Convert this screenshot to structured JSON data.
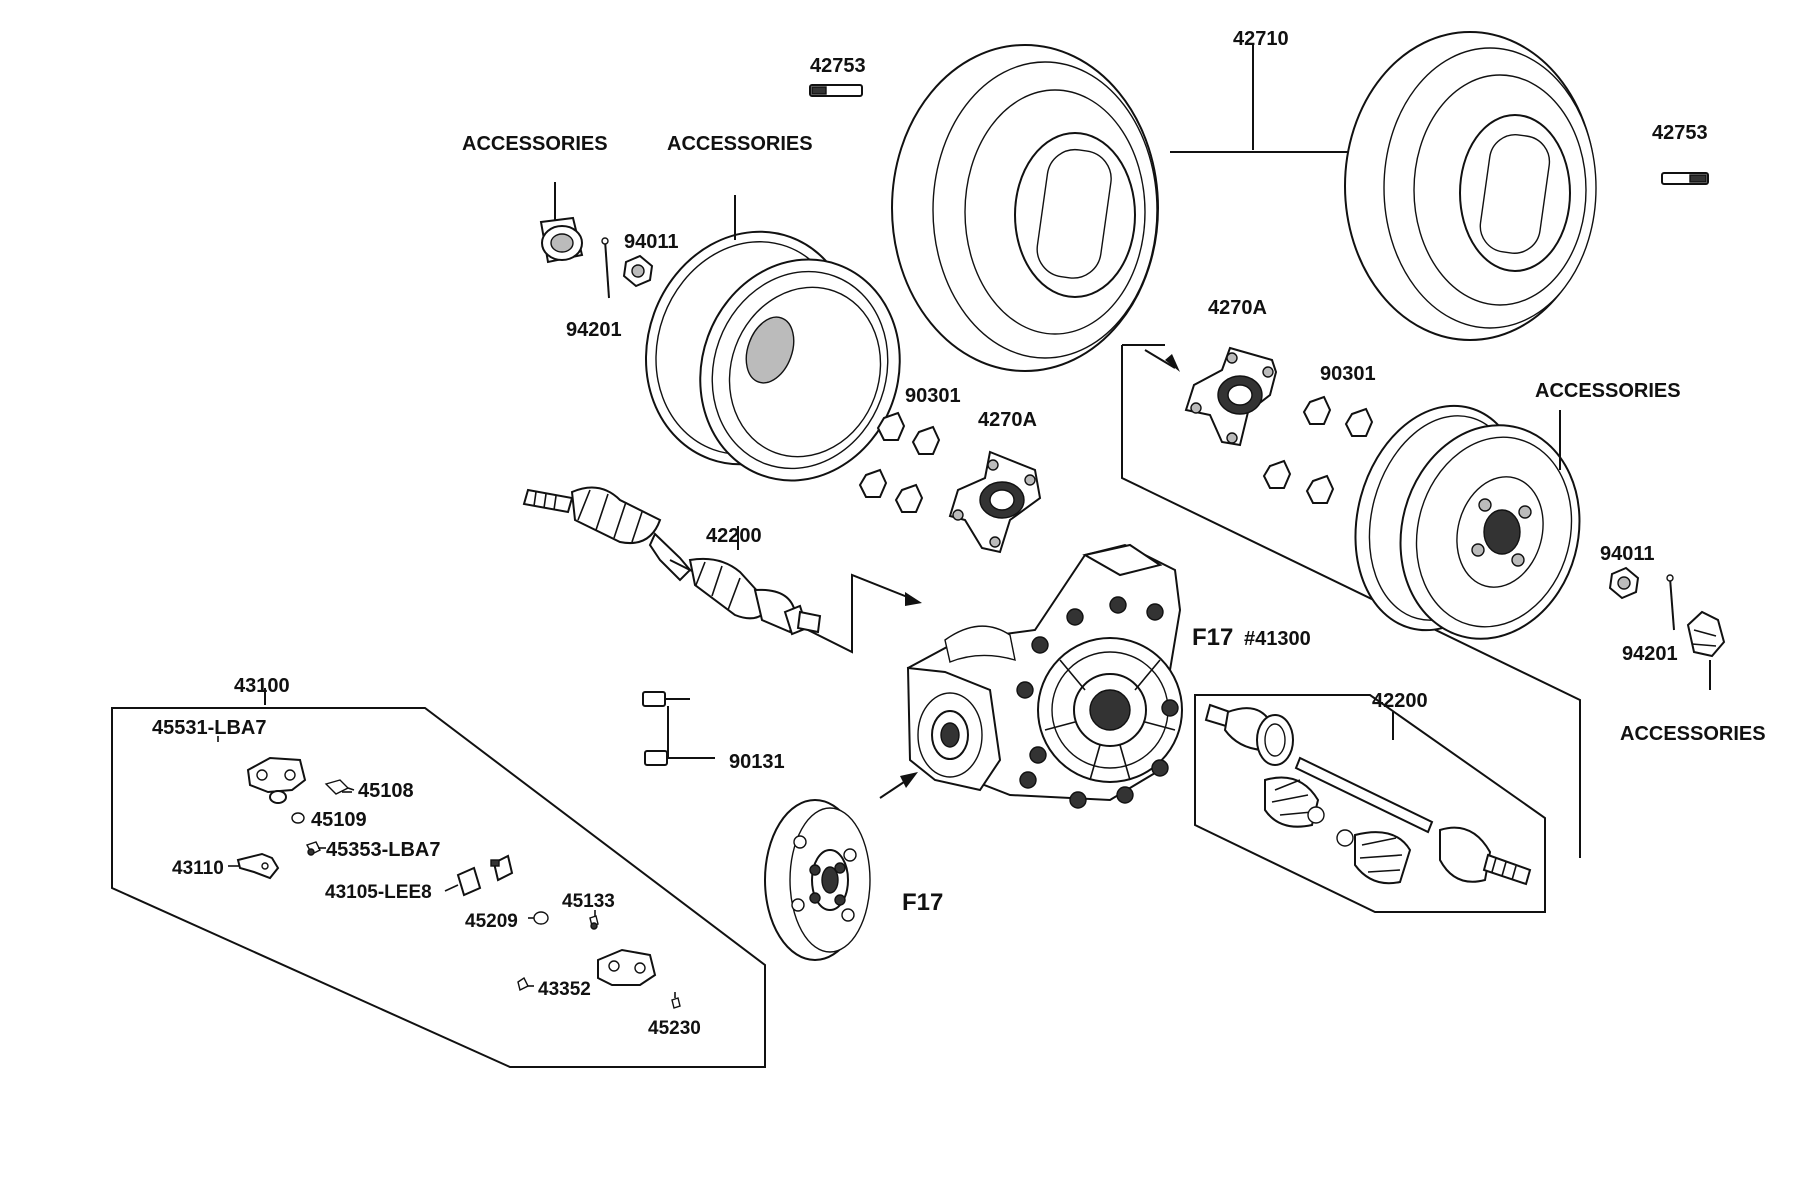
{
  "labels": {
    "tire_top": "42710",
    "valve_left": "42753",
    "valve_right": "42753",
    "acc_cap_left": "ACCESSORIES",
    "acc_rim_left": "ACCESSORIES",
    "acc_rim_right": "ACCESSORIES",
    "acc_cap_right": "ACCESSORIES",
    "nut_94011_left": "94011",
    "pin_94201_left": "94201",
    "nut_94011_right": "94011",
    "pin_94201_right": "94201",
    "nut_90301_left": "90301",
    "nut_90301_right": "90301",
    "hub_4270a_left": "4270A",
    "hub_4270a_right": "4270A",
    "shaft_42200_left": "42200",
    "shaft_42200_right": "42200",
    "gearcase_ref": "F17",
    "gearcase_part": "#41300",
    "disc_ref": "F17",
    "bolt_90131": "90131",
    "caliper_group": "43100",
    "p_45531": "45531-LBA7",
    "p_45108": "45108",
    "p_45109": "45109",
    "p_45353": "45353-LBA7",
    "p_43110": "43110",
    "p_43105": "43105-LEE8",
    "p_45133": "45133",
    "p_45209": "45209",
    "p_43352": "43352",
    "p_45230": "45230"
  }
}
